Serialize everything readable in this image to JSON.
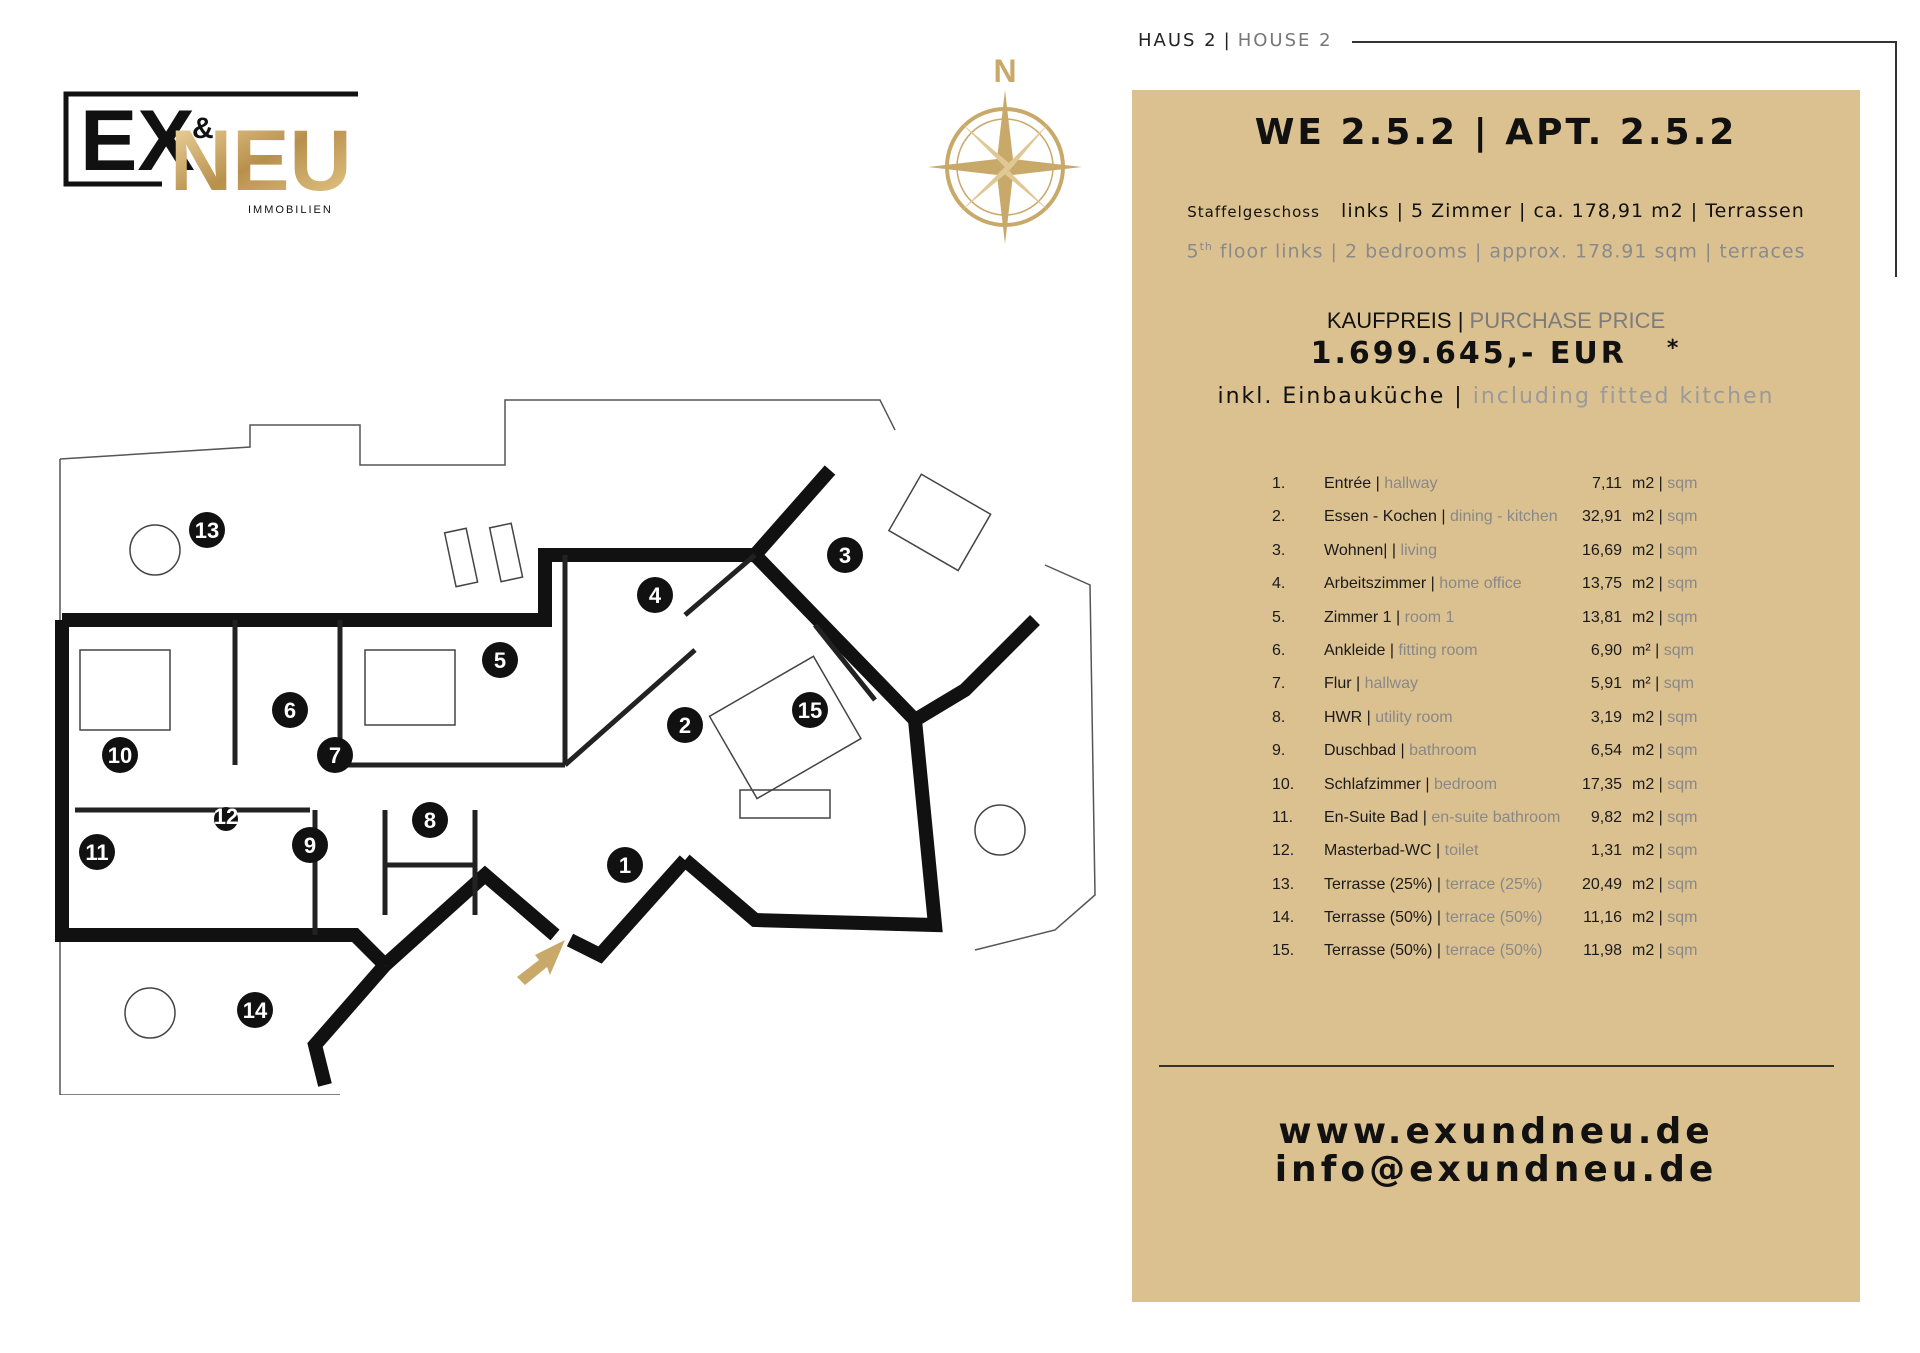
{
  "header": {
    "house_de": "HAUS 2",
    "house_en": "HOUSE 2",
    "separator": "|"
  },
  "logo": {
    "text_ex": "EX",
    "text_amp": "&",
    "text_neu": "NEU",
    "text_sub": "IMMOBILIEN"
  },
  "compass": {
    "label": "N"
  },
  "apartment": {
    "title": "WE 2.5.2 | APT. 2.5.2",
    "desc_de_floor": "Staffelgeschoss",
    "desc_de_rest": "links | 5 Zimmer | ca. 178,91 m2 | Terrassen",
    "desc_en_num": "5",
    "desc_en_sup": "th",
    "desc_en_rest": "floor links | 2 bedrooms | approx. 178.91 sqm | terraces",
    "price_label_de": "KAUFPREIS",
    "price_label_en": "PURCHASE PRICE",
    "price": "1.699.645,- EUR",
    "price_star": "*",
    "kitchen_de": "inkl. Einbauküche",
    "kitchen_en": "including fitted kitchen"
  },
  "rooms": [
    {
      "num": "1.",
      "de": "Entrée",
      "en": "hallway",
      "area": "7,11",
      "unit_de": "m2",
      "unit_en": "sqm"
    },
    {
      "num": "2.",
      "de": "Essen - Kochen",
      "en": "dining - kitchen",
      "area": "32,91",
      "unit_de": "m2",
      "unit_en": "sqm"
    },
    {
      "num": "3.",
      "de": "Wohnen|",
      "en": "living",
      "area": "16,69",
      "unit_de": "m2",
      "unit_en": "sqm"
    },
    {
      "num": "4.",
      "de": "Arbeitszimmer",
      "en": "home office",
      "area": "13,75",
      "unit_de": "m2",
      "unit_en": "sqm"
    },
    {
      "num": "5.",
      "de": "Zimmer 1",
      "en": "room 1",
      "area": "13,81",
      "unit_de": "m2",
      "unit_en": "sqm"
    },
    {
      "num": "6.",
      "de": "Ankleide",
      "en": "fitting room",
      "area": "6,90",
      "unit_de": "m²",
      "unit_en": "sqm"
    },
    {
      "num": "7.",
      "de": "Flur",
      "en": "hallway",
      "area": "5,91",
      "unit_de": "m²",
      "unit_en": "sqm"
    },
    {
      "num": "8.",
      "de": "HWR",
      "en": "utility room",
      "area": "3,19",
      "unit_de": "m2",
      "unit_en": "sqm"
    },
    {
      "num": "9.",
      "de": "Duschbad",
      "en": "bathroom",
      "area": "6,54",
      "unit_de": "m2",
      "unit_en": "sqm"
    },
    {
      "num": "10.",
      "de": "Schlafzimmer",
      "en": "bedroom",
      "area": "17,35",
      "unit_de": "m2",
      "unit_en": "sqm"
    },
    {
      "num": "11.",
      "de": "En-Suite Bad",
      "en": "en-suite bathroom",
      "area": "9,82",
      "unit_de": "m2",
      "unit_en": "sqm"
    },
    {
      "num": "12.",
      "de": "Masterbad-WC",
      "en": "toilet",
      "area": "1,31",
      "unit_de": "m2",
      "unit_en": "sqm"
    },
    {
      "num": "13.",
      "de": "Terrasse (25%)",
      "en": "terrace (25%)",
      "area": "20,49",
      "unit_de": "m2",
      "unit_en": "sqm"
    },
    {
      "num": "14.",
      "de": "Terrasse (50%)",
      "en": "terrace (50%)",
      "area": "11,16",
      "unit_de": "m2",
      "unit_en": "sqm"
    },
    {
      "num": "15.",
      "de": "Terrasse (50%)",
      "en": "terrace (50%)",
      "area": "11,98",
      "unit_de": "m2",
      "unit_en": "sqm"
    }
  ],
  "plan_labels": [
    "1",
    "2",
    "3",
    "4",
    "5",
    "6",
    "7",
    "8",
    "9",
    "10",
    "11",
    "12",
    "13",
    "14",
    "15"
  ],
  "contact": {
    "web": "www.exundneu.de",
    "email": "info@exundneu.de"
  },
  "colors": {
    "panel": "#dcc190",
    "gold": "#c9a96a",
    "ink": "#111111"
  }
}
